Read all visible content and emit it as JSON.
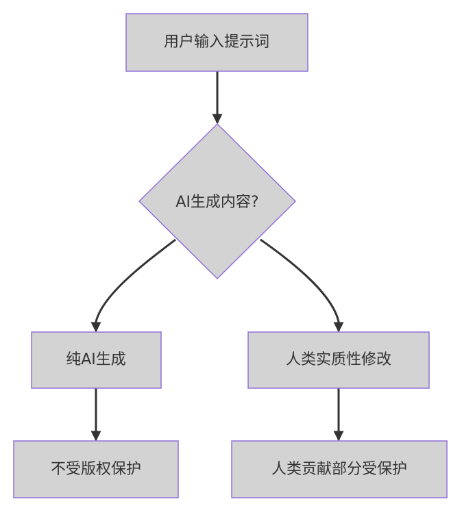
{
  "flowchart": {
    "nodes": {
      "start": "用户输入提示词",
      "decision": "AI生成内容?",
      "left_mid": "纯AI生成",
      "right_mid": "人类实质性修改",
      "left_end": "不受版权保护",
      "right_end": "人类贡献部分受保护"
    },
    "edges": [
      {
        "from": "start",
        "to": "decision"
      },
      {
        "from": "decision",
        "to": "left_mid"
      },
      {
        "from": "decision",
        "to": "right_mid"
      },
      {
        "from": "left_mid",
        "to": "left_end"
      },
      {
        "from": "right_mid",
        "to": "right_end"
      }
    ]
  },
  "colors": {
    "node_fill": "#d3d3d3",
    "node_stroke": "#9370db",
    "edge": "#333333",
    "text": "#333333"
  }
}
